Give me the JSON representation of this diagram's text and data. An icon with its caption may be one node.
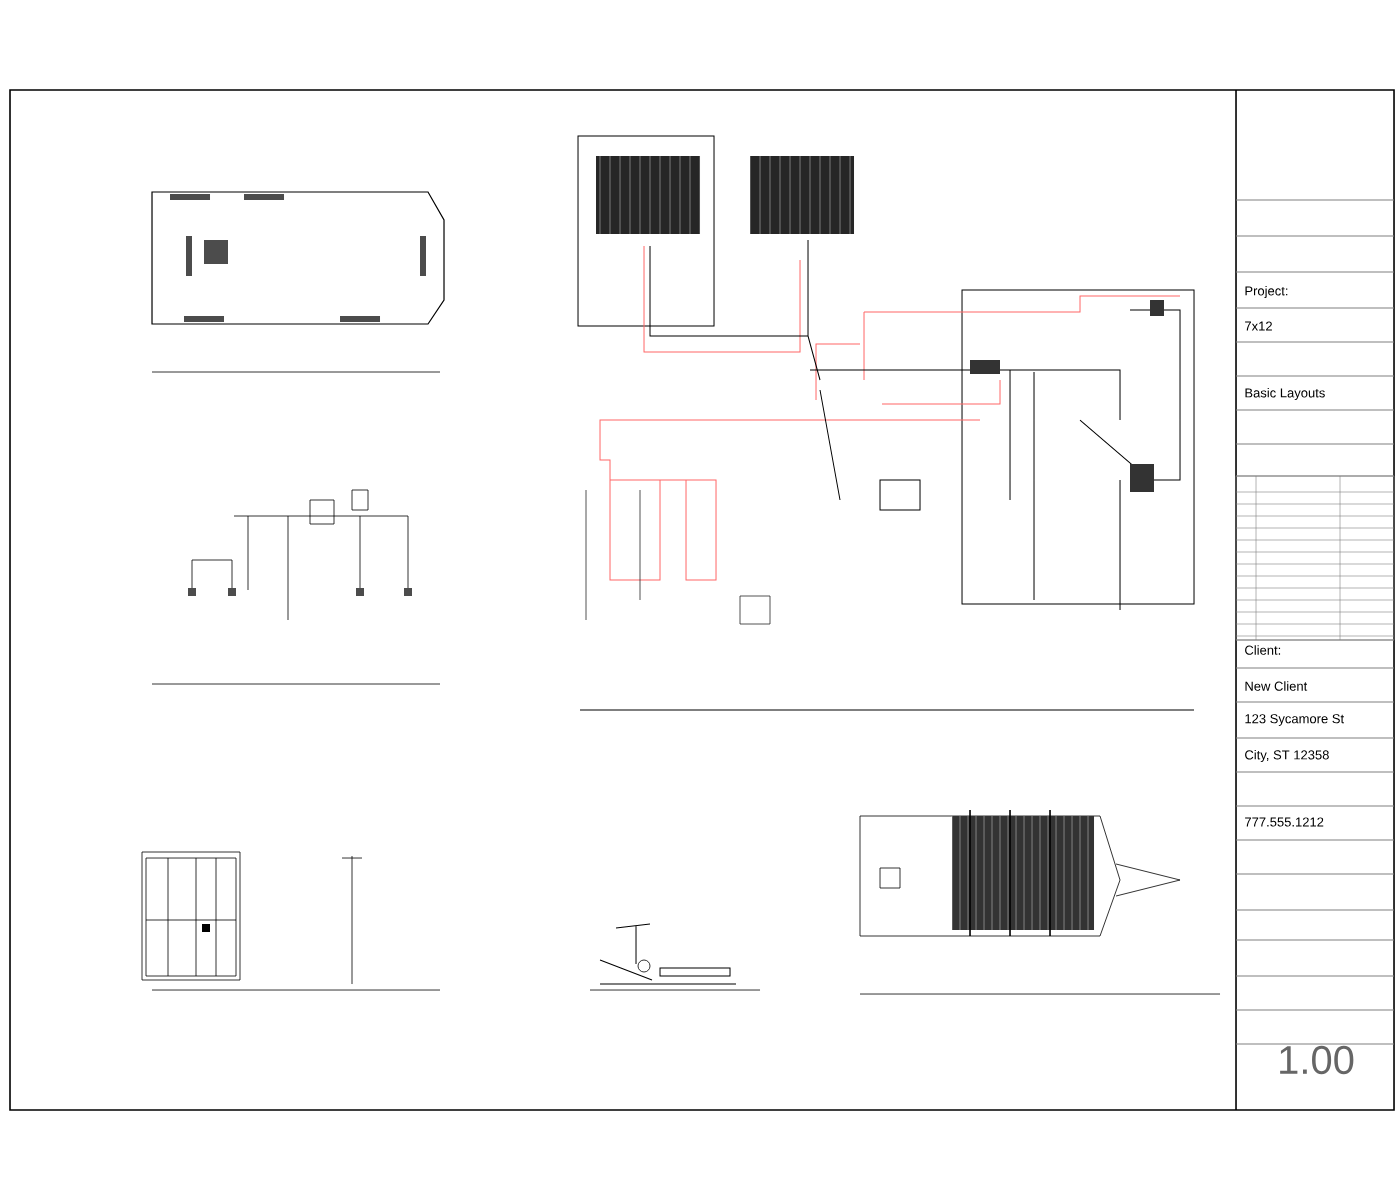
{
  "diagram": {
    "labels": [
      "Project:",
      "7x12",
      "Basic Layouts",
      "Client:",
      "New Client",
      "123 Sycamore St",
      "City, ST  12358",
      "777.555.1212",
      "1.00"
    ]
  }
}
